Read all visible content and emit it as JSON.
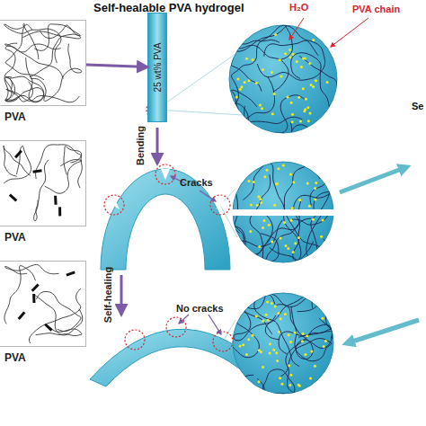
{
  "diagram": {
    "title": "Self-healable PVA hydrogel",
    "nodes": [
      {
        "text": [
          "PVA"
        ]
      },
      {
        "text": [
          "PVA"
        ]
      },
      {
        "text": [
          "PVA"
        ]
      },
      {
        "text": [
          "25 wt% PVA"
        ]
      }
    ],
    "edges": [
      {
        "from": 0,
        "to": 3,
        "arrow": "to"
      }
    ],
    "labels": [
      "H₂O",
      "PVA chain",
      "Bending",
      "Cracks",
      "Self-healing",
      "No cracks",
      "Se"
    ]
  }
}
